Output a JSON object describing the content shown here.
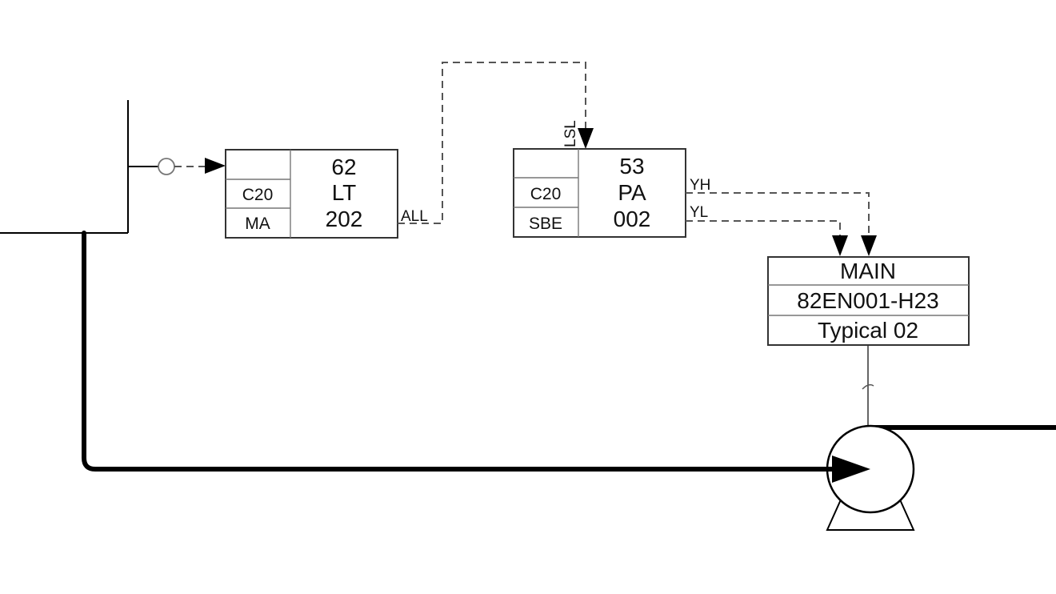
{
  "level_transmitter": {
    "tag_top": "62",
    "tag_mid": "LT",
    "tag_bottom": "202",
    "side_mid": "C20",
    "side_bottom": "MA",
    "output_signal": "ALL"
  },
  "pump_alarm": {
    "input_signal": "LSL",
    "tag_top": "53",
    "tag_mid": "PA",
    "tag_bottom": "002",
    "side_mid": "C20",
    "side_bottom": "SBE",
    "signal_high": "YH",
    "signal_low": "YL"
  },
  "motor_controller": {
    "row1": "MAIN",
    "row2": "82EN001-H23",
    "row3": "Typical 02"
  }
}
